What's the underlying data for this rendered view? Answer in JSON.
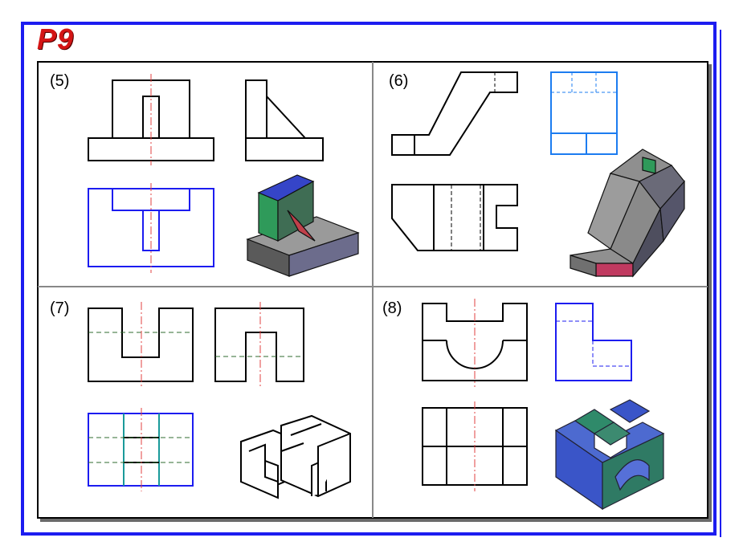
{
  "page": {
    "title": "P9",
    "colors": {
      "frame": "#1c1cf0",
      "title": "#d41515",
      "outline": "#000000",
      "plan_view": "#1c1cf0",
      "centerline": "#e04040",
      "hidden_line": "#2f6b2f",
      "teal_line": "#1a9a9a"
    }
  },
  "panels": [
    {
      "id": "5",
      "label": "(5)"
    },
    {
      "id": "6",
      "label": "(6)"
    },
    {
      "id": "7",
      "label": "(7)"
    },
    {
      "id": "8",
      "label": "(8)"
    }
  ]
}
